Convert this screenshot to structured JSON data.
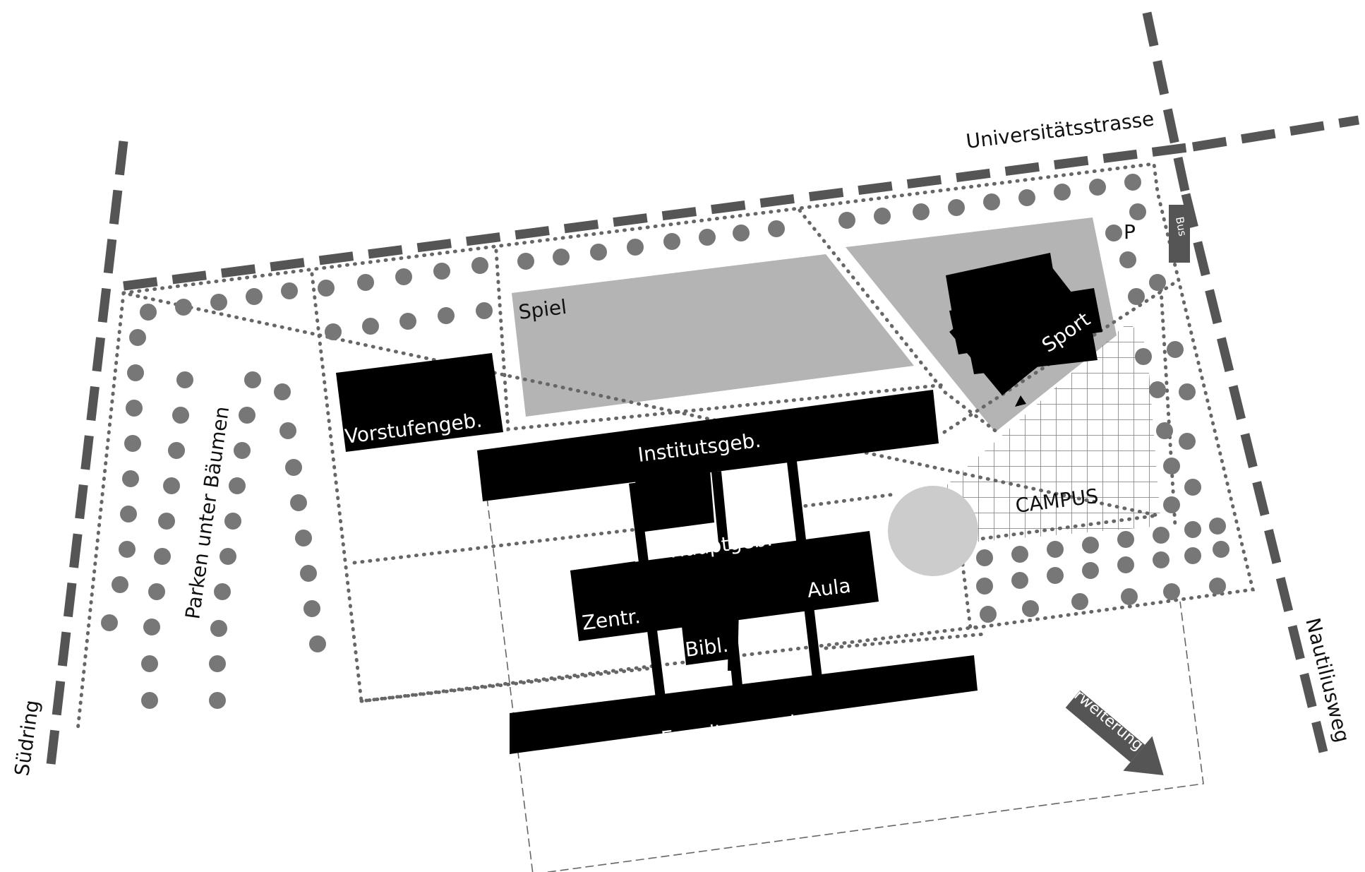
{
  "colors": {
    "road": "#555555",
    "tree": "#777777",
    "building": "#000000",
    "field": "#b4b4b4",
    "path": "#666666",
    "plaza": "#cccccc",
    "bus": "#555555"
  },
  "labels": {
    "universitaetsstrasse": "Universitätsstrasse",
    "suedring": "Südring",
    "nautiliusweg": "Nautiliusweg",
    "parken": "Parken unter Bäumen",
    "spiel": "Spiel",
    "sport": "Sport",
    "vorstufengeb": "Vorstufengeb.",
    "institutsgeb": "Institutsgeb.",
    "hauptgeb": "Hauptgeb.",
    "aula": "Aula",
    "zentr": "Zentr.",
    "bibl": "Bibl.",
    "erweiterungsbau": "Erweiterungsbau",
    "campus": "CAMPUS",
    "parking": "P",
    "bus": "Bus",
    "erweiterung": "Erweiterung"
  }
}
